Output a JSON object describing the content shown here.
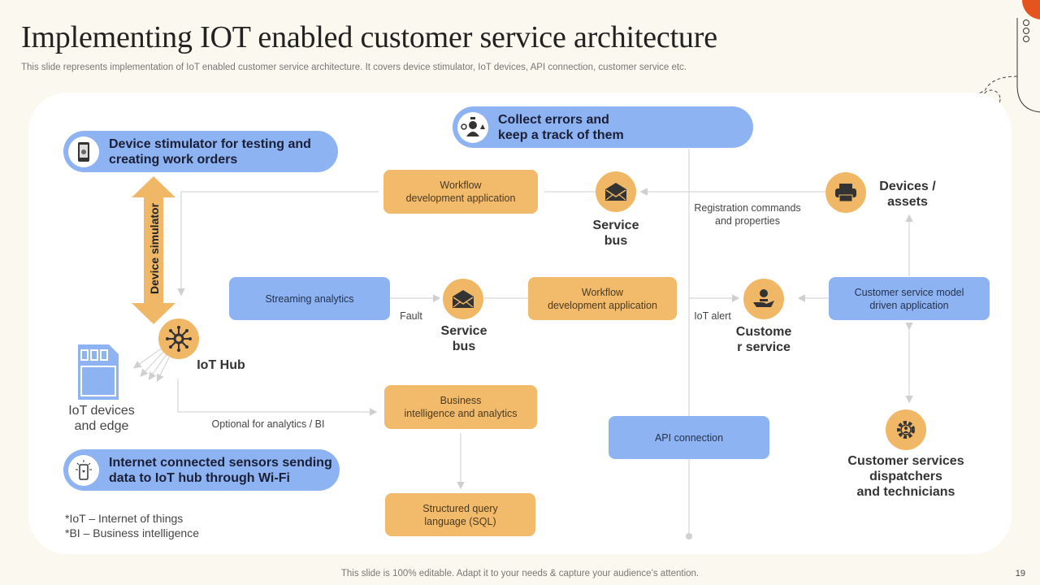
{
  "header": {
    "title": "Implementing IOT enabled customer service architecture",
    "subtitle": "This slide represents implementation of IoT enabled customer service architecture. It covers device stimulator, IoT devices, API  connection, customer service etc."
  },
  "callouts": {
    "device_stimulator": "Device stimulator for testing and\ncreating work orders",
    "collect_errors": "Collect errors and\nkeep a track of them",
    "sensors": "Internet connected sensors sending\ndata to IoT hub through Wi-Fi"
  },
  "arrow_label": "Device simulator",
  "nodes": {
    "iot_hub": "IoT Hub",
    "iot_devices": "IoT devices\nand edge",
    "service_bus_top": "Service\nbus",
    "service_bus_mid": "Service\nbus",
    "devices_assets": "Devices /\nassets",
    "customer_service": "Custome\nr service",
    "dispatchers": "Customer services\ndispatchers\nand technicians"
  },
  "boxes": {
    "workflow_top": "Workflow\ndevelopment  application",
    "streaming": "Streaming analytics",
    "workflow_mid": "Workflow\ndevelopment  application",
    "customer_model": "Customer service  model\ndriven  application",
    "business_intel": "Business\nintelligence  and analytics",
    "sql": "Structured  query\nlanguage  (SQL)",
    "api": "API connection"
  },
  "edge_labels": {
    "registration": "Registration commands\nand properties",
    "fault": "Fault",
    "iot_alert": "IoT  alert",
    "optional": "Optional for analytics / BI"
  },
  "notes": {
    "iot": "*IoT – Internet of things",
    "bi": "*BI – Business intelligence"
  },
  "footer": {
    "text": "This slide is 100% editable. Adapt it to your needs & capture your audience’s attention.",
    "page": "19"
  },
  "colors": {
    "accent_orange": "#f0b866",
    "accent_blue": "#8db3f2",
    "brand_red": "#e5531f"
  }
}
